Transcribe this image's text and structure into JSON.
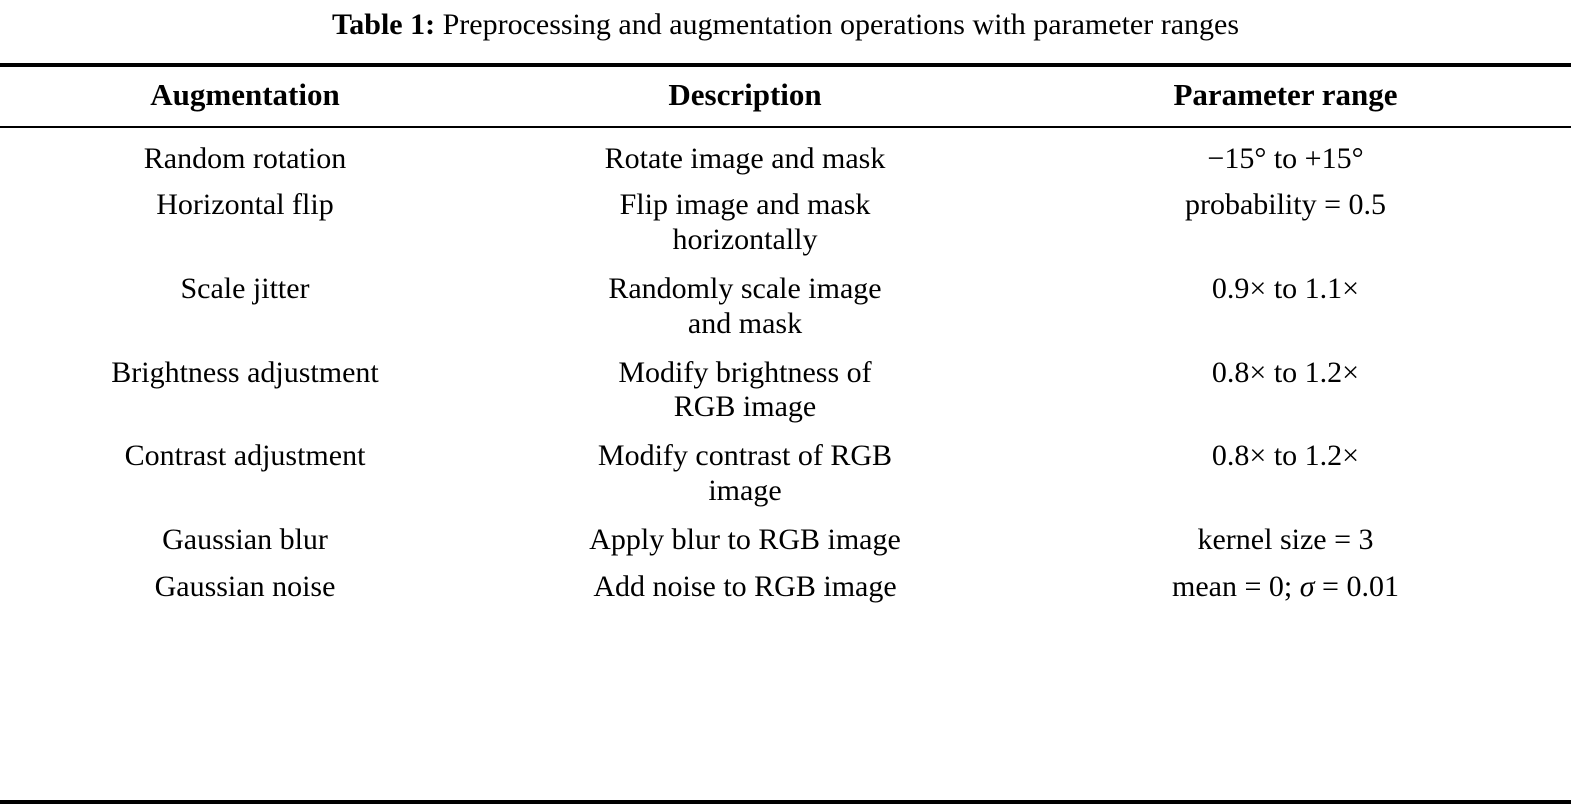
{
  "caption": {
    "label": "Table 1:",
    "text": " Preprocessing and augmentation operations with parameter ranges"
  },
  "colors": {
    "text": "#000000",
    "rule": "#000000",
    "background": "#ffffff"
  },
  "table": {
    "columns": [
      {
        "key": "augmentation",
        "label": "Augmentation"
      },
      {
        "key": "description",
        "label": "Description"
      },
      {
        "key": "parameter_range",
        "label": "Parameter range"
      }
    ],
    "rows": [
      {
        "augmentation": "Random rotation",
        "description_lines": [
          "Rotate image and mask"
        ],
        "parameter_range": "−15° to +15°"
      },
      {
        "augmentation": "Horizontal flip",
        "description_lines": [
          "Flip image and mask",
          "horizontally"
        ],
        "parameter_range": "probability = 0.5"
      },
      {
        "augmentation": "Scale jitter",
        "description_lines": [
          "Randomly scale image",
          "and mask"
        ],
        "parameter_range": "0.9× to 1.1×"
      },
      {
        "augmentation": "Brightness adjustment",
        "description_lines": [
          "Modify brightness of",
          "RGB image"
        ],
        "parameter_range": "0.8× to 1.2×"
      },
      {
        "augmentation": "Contrast adjustment",
        "description_lines": [
          "Modify contrast of RGB",
          "image"
        ],
        "parameter_range": "0.8× to 1.2×"
      },
      {
        "augmentation": "Gaussian blur",
        "description_lines": [
          "Apply blur to RGB image"
        ],
        "parameter_range": "kernel size = 3"
      },
      {
        "augmentation": "Gaussian noise",
        "description_lines": [
          "Add noise to RGB image"
        ],
        "parameter_range_prefix": "mean = 0; ",
        "parameter_range_symbol": "σ",
        "parameter_range_suffix": " = 0.01",
        "parameter_range": "mean = 0; σ = 0.01"
      }
    ]
  }
}
